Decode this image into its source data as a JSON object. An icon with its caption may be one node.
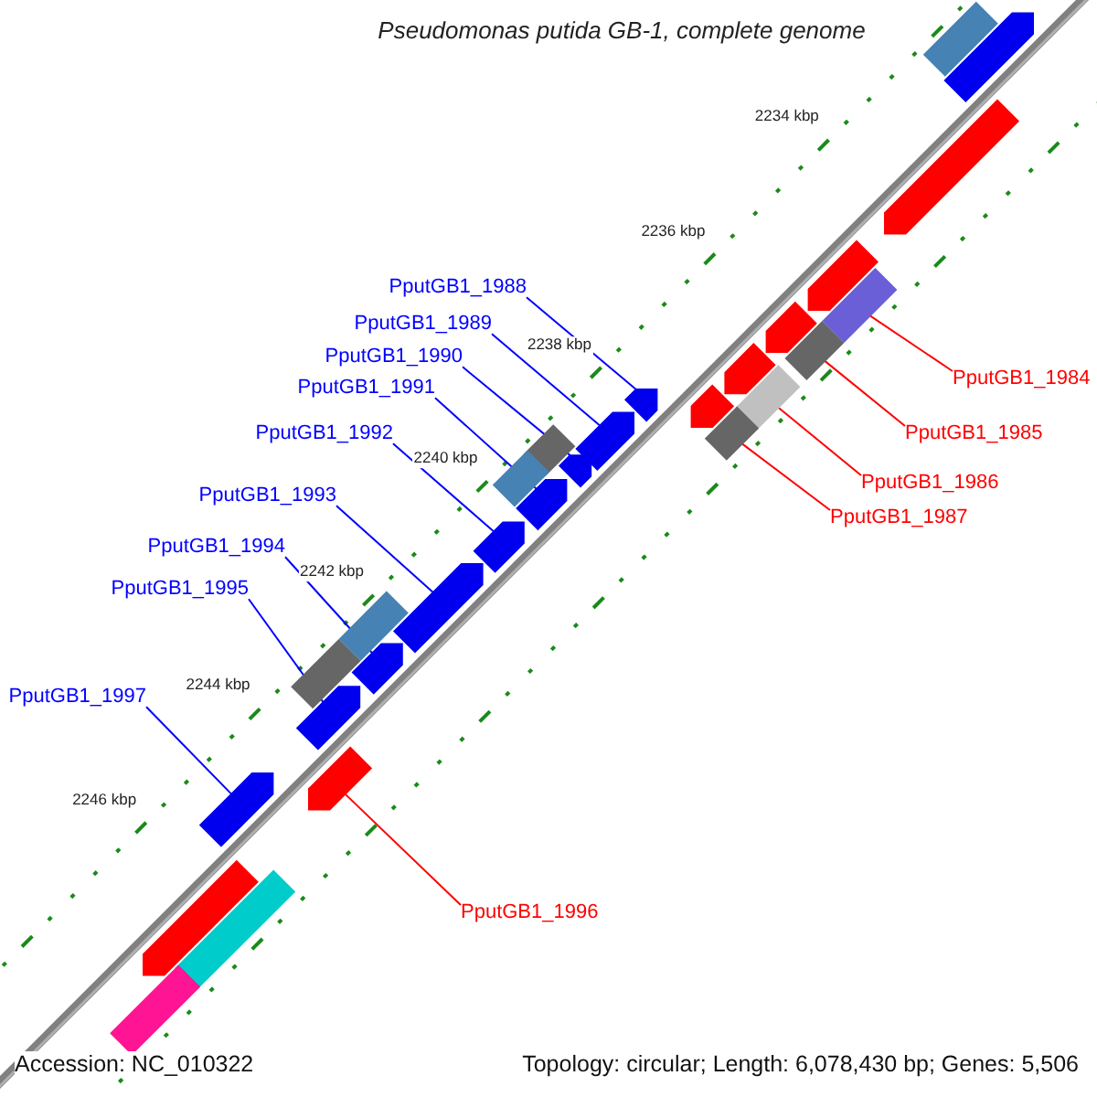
{
  "diagram": {
    "title": "Pseudomonas putida GB-1, complete genome",
    "nodes": [
      {
        "text": [
          "PputGB1_1988"
        ]
      },
      {
        "text": [
          "PputGB1_1989"
        ]
      },
      {
        "text": [
          "PputGB1_1990"
        ]
      },
      {
        "text": [
          "PputGB1_1991"
        ]
      },
      {
        "text": [
          "PputGB1_1992"
        ]
      },
      {
        "text": [
          "PputGB1_1993"
        ]
      },
      {
        "text": [
          "PputGB1_1994"
        ]
      },
      {
        "text": [
          "PputGB1_1995"
        ]
      },
      {
        "text": [
          "PputGB1_1997"
        ]
      },
      {
        "text": [
          "PputGB1_1984"
        ]
      },
      {
        "text": [
          "PputGB1_1985"
        ]
      },
      {
        "text": [
          "PputGB1_1986"
        ]
      },
      {
        "text": [
          "PputGB1_1987"
        ]
      },
      {
        "text": [
          "PputGB1_1996"
        ]
      },
      {
        "text": [],
        "shape": "arrow"
      },
      {
        "text": [],
        "shape": "arrow"
      },
      {
        "text": [],
        "shape": "arrow"
      },
      {
        "text": [],
        "shape": "arrow"
      },
      {
        "text": [],
        "shape": "arrow"
      },
      {
        "text": [],
        "shape": "arrow"
      },
      {
        "text": [],
        "shape": "arrow"
      },
      {
        "text": [],
        "shape": "arrow"
      },
      {
        "text": [],
        "shape": "arrow"
      },
      {
        "text": [],
        "shape": "box"
      },
      {
        "text": [],
        "shape": "box"
      },
      {
        "text": [],
        "shape": "box"
      },
      {
        "text": [],
        "shape": "box"
      },
      {
        "text": [],
        "shape": "arrow"
      },
      {
        "text": [],
        "shape": "arrow"
      },
      {
        "text": [],
        "shape": "box"
      },
      {
        "text": [],
        "shape": "box"
      },
      {
        "text": [],
        "shape": "box"
      },
      {
        "text": [],
        "shape": "box"
      },
      {
        "text": [],
        "shape": "box"
      },
      {
        "text": [],
        "shape": "arrow"
      },
      {
        "text": [],
        "shape": "arrow"
      },
      {
        "text": [],
        "shape": "arrow"
      },
      {
        "text": [],
        "shape": "arrow"
      },
      {
        "text": [],
        "shape": "arrow"
      },
      {
        "text": [],
        "shape": "arrow"
      },
      {
        "text": [],
        "shape": "box"
      },
      {
        "text": [],
        "shape": "box"
      }
    ],
    "edges": [
      {
        "from": 0,
        "to": 14,
        "arrow": "none"
      },
      {
        "from": 1,
        "to": 15,
        "arrow": "none"
      },
      {
        "from": 2,
        "to": 16,
        "arrow": "none"
      },
      {
        "from": 3,
        "to": 17,
        "arrow": "none"
      },
      {
        "from": 4,
        "to": 18,
        "arrow": "none"
      },
      {
        "from": 5,
        "to": 19,
        "arrow": "none"
      },
      {
        "from": 6,
        "to": 20,
        "arrow": "none"
      },
      {
        "from": 7,
        "to": 21,
        "arrow": "none"
      },
      {
        "from": 8,
        "to": 22,
        "arrow": "none"
      },
      {
        "from": 9,
        "to": 23,
        "arrow": "none",
        "color": "#ff0000"
      },
      {
        "from": 10,
        "to": 24,
        "arrow": "none",
        "color": "#ff0000"
      },
      {
        "from": 11,
        "to": 25,
        "arrow": "none",
        "color": "#ff0000"
      },
      {
        "from": 12,
        "to": 26,
        "arrow": "none",
        "color": "#ff0000"
      },
      {
        "from": 13,
        "to": 27,
        "arrow": "none",
        "color": "#ff0000"
      }
    ],
    "labels": [
      "2234 kbp",
      "2236 kbp",
      "2238 kbp",
      "2240 kbp",
      "2242 kbp",
      "2244 kbp",
      "2246 kbp",
      "Accession: NC_010322",
      "Topology: circular; Length: 6,078,430 bp; Genes: 5,506"
    ]
  }
}
